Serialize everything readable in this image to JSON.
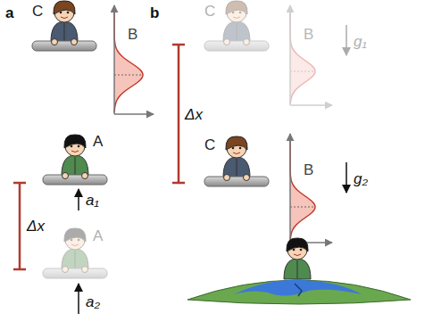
{
  "diagram": {
    "labels": [
      "a",
      "C",
      "B",
      "A",
      "a₁",
      "Δx",
      "A",
      "a₂",
      "b",
      "C",
      "B",
      "g₁",
      "Δx",
      "C",
      "B",
      "g₂"
    ]
  }
}
